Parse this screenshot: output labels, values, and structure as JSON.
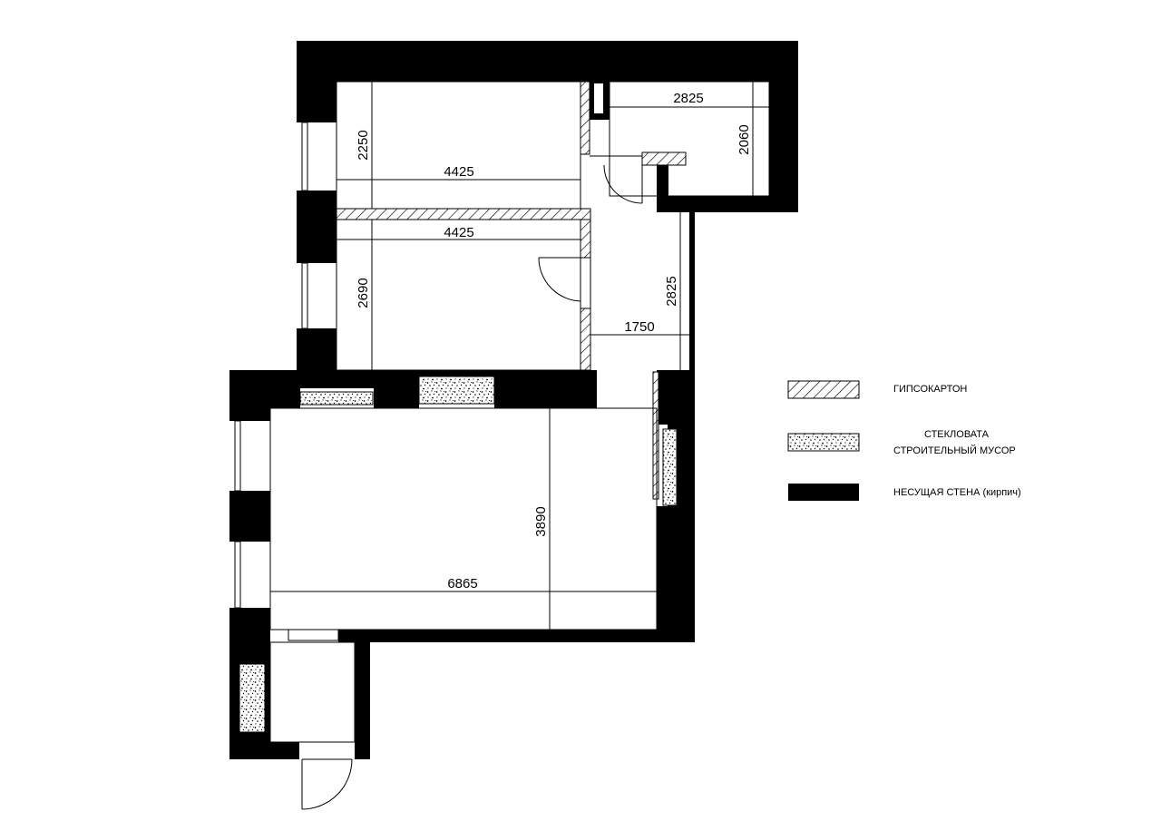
{
  "dimensions": {
    "room1_width": "4425",
    "room1_height": "2250",
    "room2_width": "4425",
    "room2_height": "2690",
    "bath_width": "2825",
    "bath_height": "2060",
    "hall_height": "2825",
    "hall_width": "1750",
    "living_height": "3890",
    "living_width": "6865"
  },
  "legend": {
    "drywall": "ГИПСОКАРТОН",
    "insulation_line1": "СТЕКЛОВАТА",
    "insulation_line2": "СТРОИТЕЛЬНЫЙ МУСОР",
    "bearing_wall": "НЕСУЩАЯ СТЕНА (кирпич)"
  }
}
